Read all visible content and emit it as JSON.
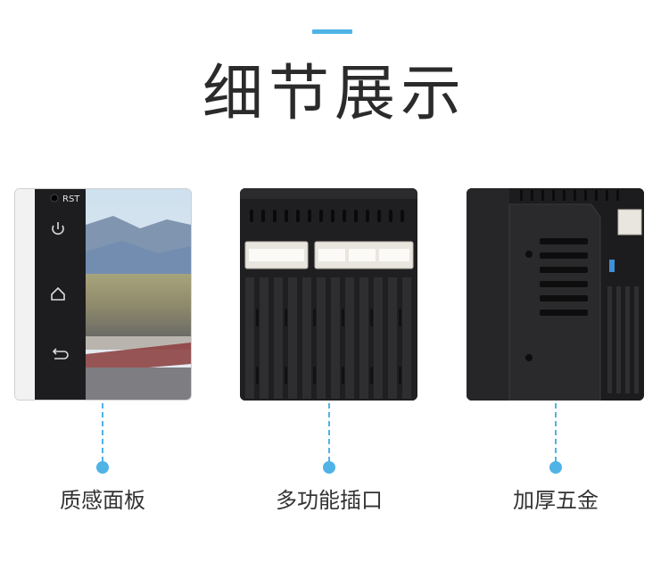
{
  "heading": {
    "title": "细节展示"
  },
  "features": [
    {
      "label": "质感面板",
      "button_label": "RST"
    },
    {
      "label": "多功能插口"
    },
    {
      "label": "加厚五金"
    }
  ],
  "colors": {
    "accent": "#4fb3e6",
    "title": "#2b2b2b",
    "label": "#333333"
  },
  "icons": [
    "power-icon",
    "home-icon",
    "back-icon"
  ]
}
